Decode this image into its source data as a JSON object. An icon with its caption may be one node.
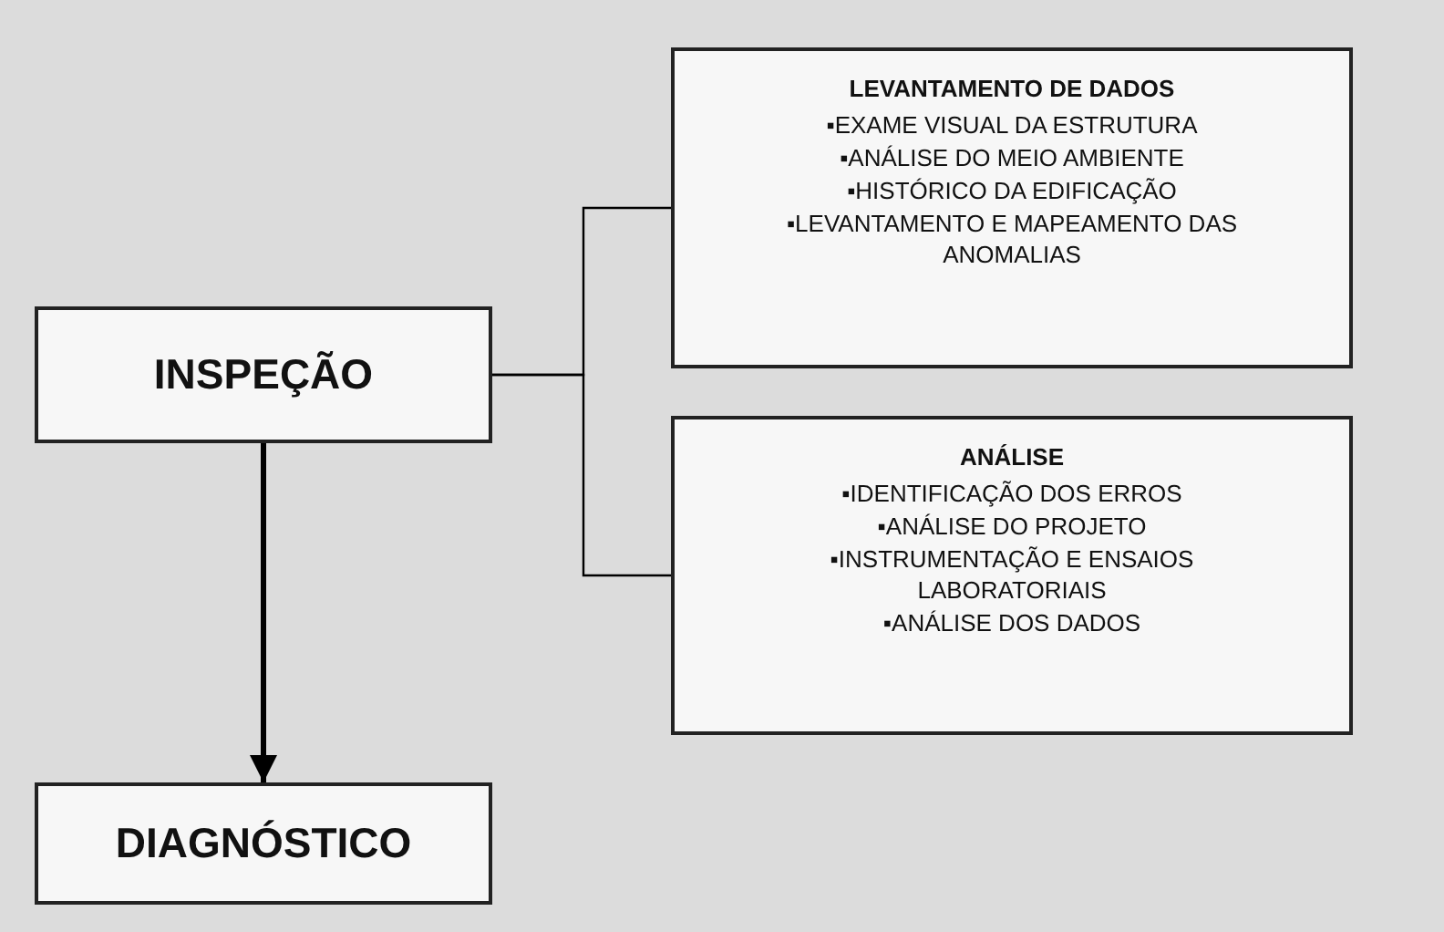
{
  "diagram": {
    "nodes": [
      {
        "text": [
          "INSPEÇÃO"
        ]
      },
      {
        "text": [
          "DIAGNÓSTICO"
        ]
      },
      {
        "text": [
          "LEVANTAMENTO DE DADOS",
          "▪EXAME VISUAL DA ESTRUTURA",
          "▪ANÁLISE DO MEIO AMBIENTE",
          "▪HISTÓRICO DA EDIFICAÇÃO",
          "▪LEVANTAMENTO E MAPEAMENTO DAS ANOMALIAS"
        ]
      },
      {
        "text": [
          "ANÁLISE",
          "▪IDENTIFICAÇÃO DOS ERROS",
          "▪ANÁLISE DO PROJETO",
          "▪INSTRUMENTAÇÃO E ENSAIOS LABORATORIAIS",
          "▪ANÁLISE DOS DADOS"
        ]
      }
    ],
    "edges": [
      {
        "from": 0,
        "to": 1,
        "arrow": "to",
        "style": "thick"
      },
      {
        "from": 0,
        "to": 2,
        "arrow": "none"
      },
      {
        "from": 0,
        "to": 3,
        "arrow": "none"
      }
    ]
  }
}
